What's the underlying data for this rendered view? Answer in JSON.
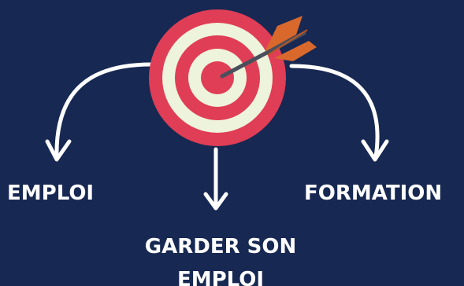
{
  "labels": {
    "left": "EMPLOI",
    "center": "GARDER SON EMPLOI",
    "right": "FORMATION"
  },
  "colors": {
    "background": "#172852",
    "target_red": "#e03e56",
    "target_cream": "#eef3dc",
    "arrow_shaft": "#4a4f5c",
    "arrow_fletch": "#d9682c",
    "connector": "#ffffff",
    "text": "#ffffff"
  },
  "icons": {
    "target": "target-with-arrow-icon"
  }
}
